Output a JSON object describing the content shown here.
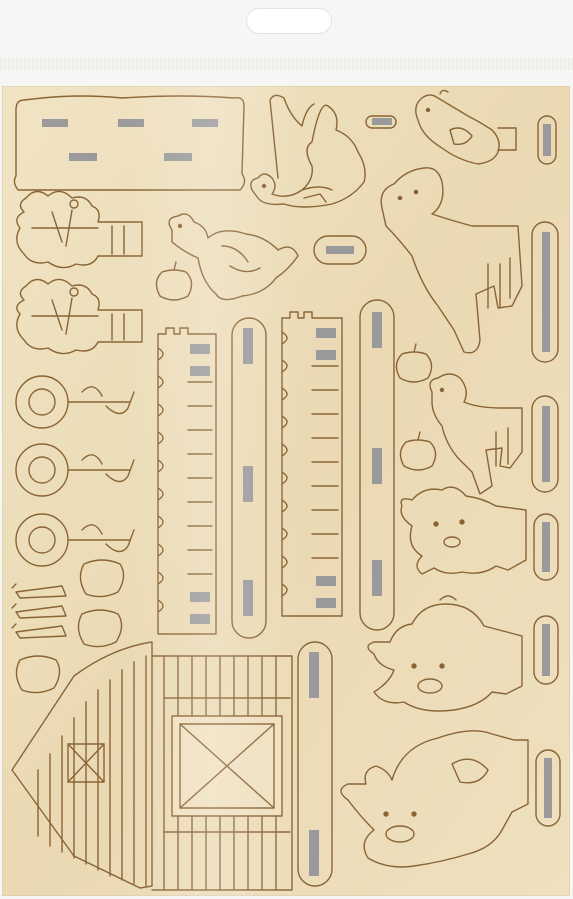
{
  "scene": {
    "subject": "laser-cut-plywood-farm-craft-sheet",
    "packaging": "clear-resealable-bag",
    "colors": {
      "wood": "#ecdcb8",
      "wood_light": "#f2e6c8",
      "burn_line": "#8a6434",
      "slot": "#9a9a9c",
      "bag": "#f6f6f4"
    },
    "pieces": [
      "cloud-panel",
      "rooster",
      "chicken",
      "hen",
      "horse",
      "small-horse",
      "goat",
      "pig",
      "cow",
      "tree",
      "tree",
      "sunflower",
      "sunflower",
      "sunflower",
      "carrot",
      "carrot",
      "carrot",
      "pepper",
      "pepper",
      "pepper",
      "apple",
      "apple",
      "apple",
      "fence",
      "fence",
      "barn"
    ]
  }
}
